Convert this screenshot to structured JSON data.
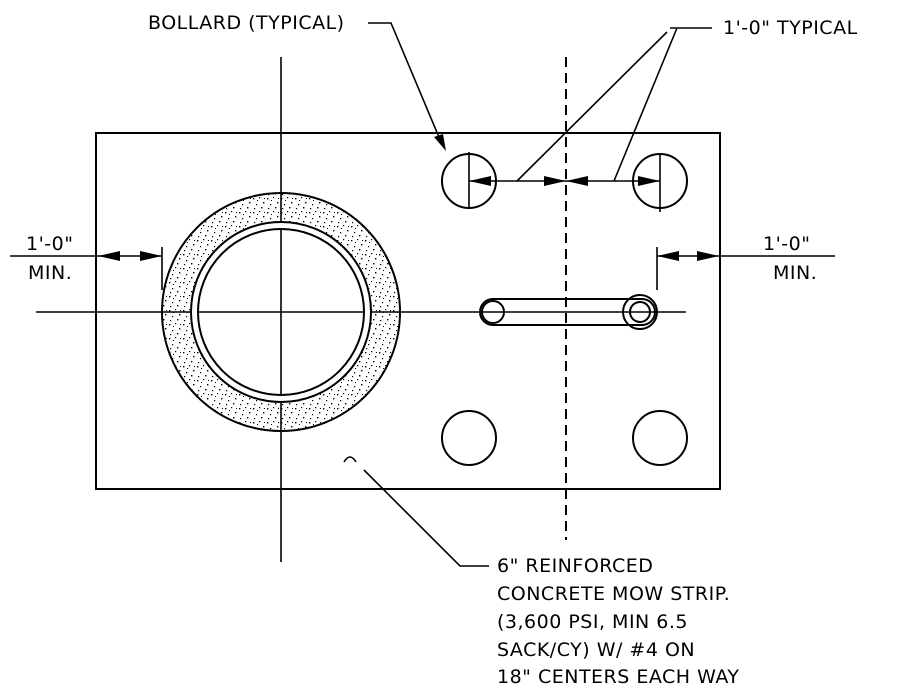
{
  "labels": {
    "bollard": "BOLLARD (TYPICAL)",
    "typical_spacing": "1'-0\" TYPICAL",
    "left_dim": "1'-0\"",
    "left_min": "MIN.",
    "right_dim": "1'-0\"",
    "right_min": "MIN.",
    "mow_strip_lines": [
      "6\" REINFORCED",
      "CONCRETE MOW STRIP.",
      "(3,600 PSI,  MIN 6.5",
      "SACK/CY) W/ #4 ON",
      "18\" CENTERS EACH WAY"
    ]
  },
  "colors": {
    "line": "#000000",
    "background": "#ffffff"
  }
}
